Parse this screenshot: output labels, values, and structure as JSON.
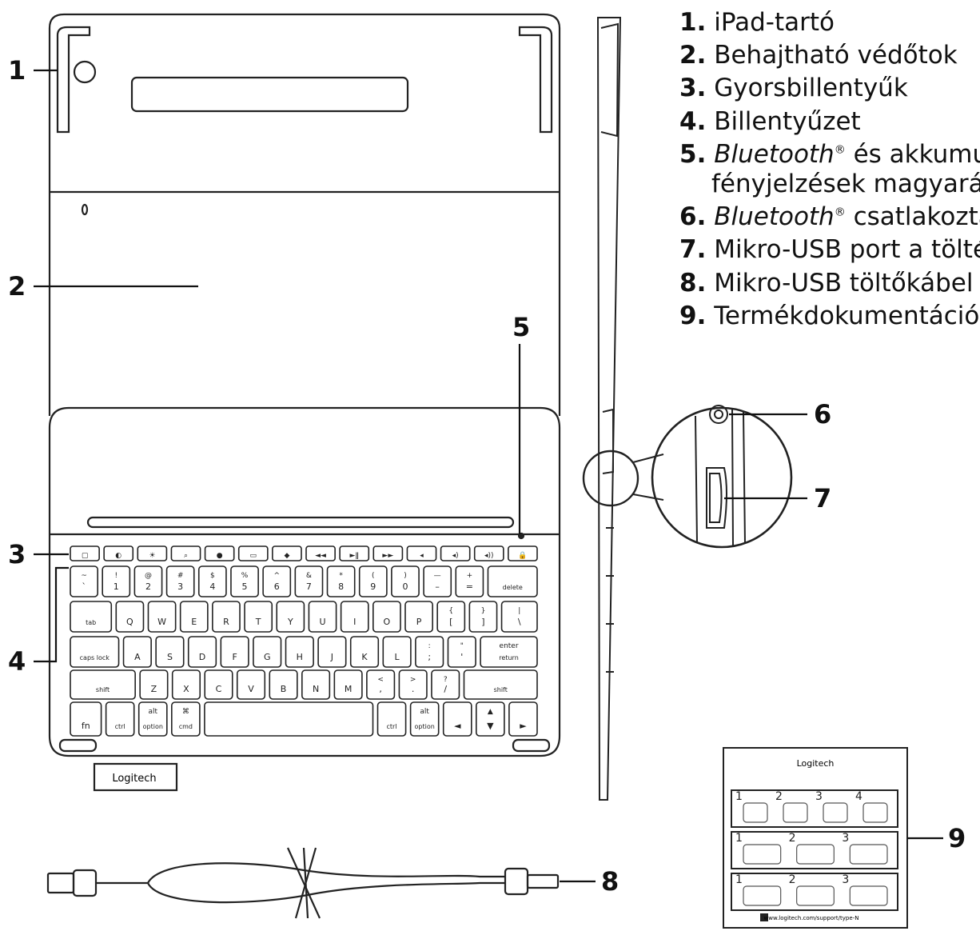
{
  "legend": [
    {
      "num": "1.",
      "text": "iPad-tartó"
    },
    {
      "num": "2.",
      "text": "Behajtható védőtok"
    },
    {
      "num": "3.",
      "text": "Gyorsbillentyűk"
    },
    {
      "num": "4.",
      "text": "Billentyűzet"
    },
    {
      "num": "5.",
      "italic": "Bluetooth",
      "sup": "®",
      "text": " és akkumulátor",
      "cont": "fényjelzések magyarázata"
    },
    {
      "num": "6.",
      "italic": "Bluetooth",
      "sup": "®",
      "text": " csatlakoztatás"
    },
    {
      "num": "7.",
      "text": "Mikro-USB port a töltéshez"
    },
    {
      "num": "8.",
      "text": "Mikro-USB töltőkábel"
    },
    {
      "num": "9.",
      "text": "Termékdokumentáció"
    }
  ],
  "callouts": [
    "1",
    "2",
    "3",
    "4",
    "5",
    "6",
    "7",
    "8",
    "9"
  ],
  "brand": "Logitech",
  "keyboard": {
    "rows": [
      [
        [
          "~",
          "`"
        ],
        [
          "!",
          "1"
        ],
        [
          "@",
          "2"
        ],
        [
          "#",
          "3"
        ],
        [
          "$",
          "4"
        ],
        [
          "%",
          "5"
        ],
        [
          "^",
          "6"
        ],
        [
          "&",
          "7"
        ],
        [
          "*",
          "8"
        ],
        [
          "(",
          "9"
        ],
        [
          ")",
          "0"
        ],
        [
          "—",
          "–"
        ],
        [
          "+",
          "="
        ],
        [
          "",
          "delete"
        ]
      ],
      [
        [
          "",
          "tab"
        ],
        [
          "",
          "Q"
        ],
        [
          "",
          "W"
        ],
        [
          "",
          "E"
        ],
        [
          "",
          "R"
        ],
        [
          "",
          "T"
        ],
        [
          "",
          "Y"
        ],
        [
          "",
          "U"
        ],
        [
          "",
          "I"
        ],
        [
          "",
          "O"
        ],
        [
          "",
          "P"
        ],
        [
          "{",
          "["
        ],
        [
          "}",
          "]"
        ],
        [
          "|",
          "\\"
        ]
      ],
      [
        [
          "",
          "caps lock"
        ],
        [
          "",
          "A"
        ],
        [
          "",
          "S"
        ],
        [
          "",
          "D"
        ],
        [
          "",
          "F"
        ],
        [
          "",
          "G"
        ],
        [
          "",
          "H"
        ],
        [
          "",
          "J"
        ],
        [
          "",
          "K"
        ],
        [
          "",
          "L"
        ],
        [
          ":",
          ";"
        ],
        [
          "\"",
          "'"
        ],
        [
          "enter",
          "return"
        ]
      ],
      [
        [
          "",
          "shift"
        ],
        [
          "",
          "Z"
        ],
        [
          "",
          "X"
        ],
        [
          "",
          "C"
        ],
        [
          "",
          "V"
        ],
        [
          "",
          "B"
        ],
        [
          "",
          "N"
        ],
        [
          "",
          "M"
        ],
        [
          "<",
          ","
        ],
        [
          ">",
          "."
        ],
        [
          "?",
          "/"
        ],
        [
          "",
          "shift"
        ]
      ],
      [
        [
          "",
          "fn"
        ],
        [
          "",
          "ctrl"
        ],
        [
          "alt",
          "option"
        ],
        [
          "⌘",
          "cmd"
        ],
        [
          "",
          ""
        ],
        [
          "",
          "ctrl"
        ],
        [
          "alt",
          "option"
        ],
        [
          "",
          "◄"
        ],
        [
          "▲",
          "▼"
        ],
        [
          "",
          "►"
        ]
      ]
    ],
    "fkeys": [
      "▢",
      "◐",
      "☀",
      "⌕",
      "●",
      "▭",
      "◆",
      "◄◄",
      "►ǁ",
      "►►",
      "◂",
      "◂)",
      "◂))",
      "🔒"
    ]
  },
  "document": {
    "brand": "Logitech",
    "row1_steps": [
      "1",
      "2",
      "3",
      "4"
    ],
    "row2_steps": [
      "1",
      "2",
      "3"
    ],
    "row3_steps": [
      "1",
      "2",
      "3"
    ],
    "footer": "www.logitech.com/support/type-N"
  }
}
